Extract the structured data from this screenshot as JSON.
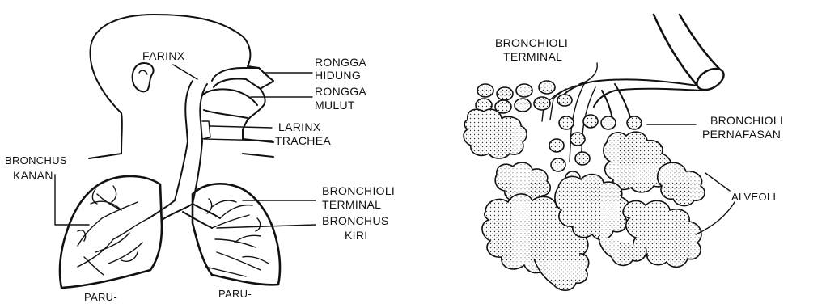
{
  "diagrams": {
    "left": {
      "labels": {
        "farinx": "FARINX",
        "rongga_hidung_1": "RONGGA",
        "rongga_hidung_2": "HIDUNG",
        "rongga_mulut_1": "RONGGA",
        "rongga_mulut_2": "MULUT",
        "larinx": "LARINX",
        "trachea": "TRACHEA",
        "bronchus_kanan_1": "BRONCHUS",
        "bronchus_kanan_2": "KANAN",
        "bronchioli_terminal_1": "BRONCHIOLI",
        "bronchioli_terminal_2": "TERMINAL",
        "bronchus_kiri_1": "BRONCHUS",
        "bronchus_kiri_2": "KIRI",
        "paru_left": "PARU-",
        "paru_right": "PARU-"
      }
    },
    "right": {
      "labels": {
        "bronchioli_terminal_1": "BRONCHIOLI",
        "bronchioli_terminal_2": "TERMINAL",
        "bronchioli_pernafasan_1": "BRONCHIOLI",
        "bronchioli_pernafasan_2": "PERNAFASAN",
        "alveoli": "ALVEOLI"
      }
    }
  }
}
